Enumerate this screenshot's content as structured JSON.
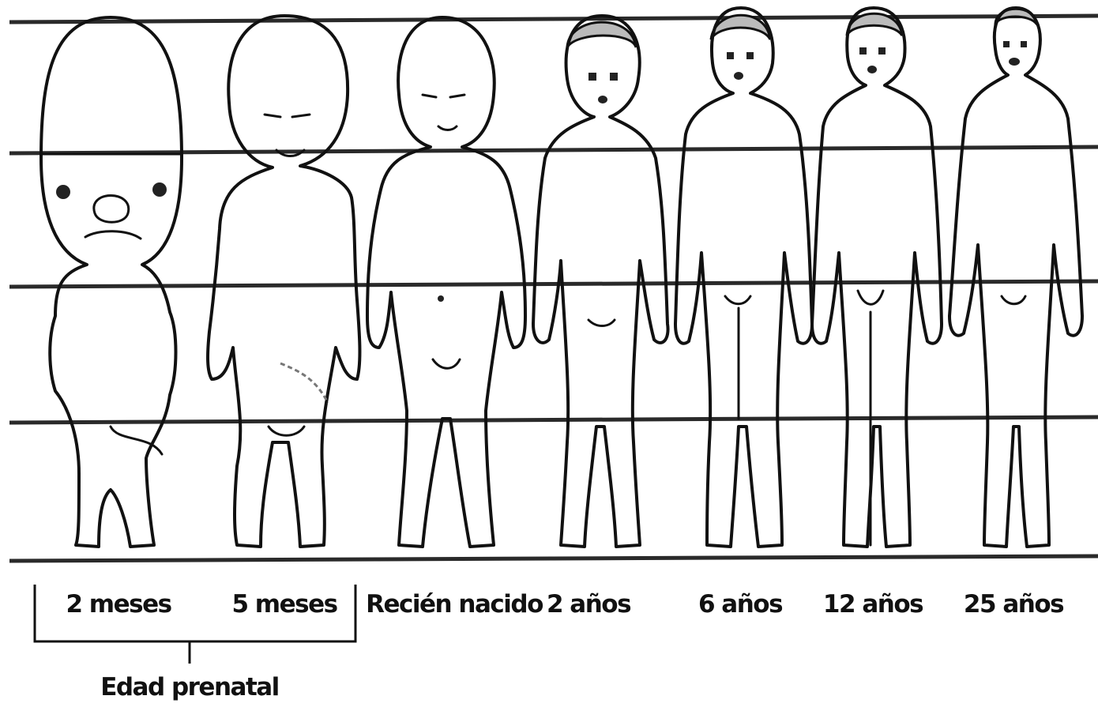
{
  "stages": [
    {
      "label": "2 meses"
    },
    {
      "label": "5 meses"
    },
    {
      "label": "Recién nacido"
    },
    {
      "label": "2 años"
    },
    {
      "label": "6 años"
    },
    {
      "label": "12 años"
    },
    {
      "label": "25 años"
    }
  ],
  "group_label": "Edad prenatal",
  "colors": {
    "line": "#2a2a2a",
    "ink": "#111111",
    "hair": "#bbbbbb"
  }
}
